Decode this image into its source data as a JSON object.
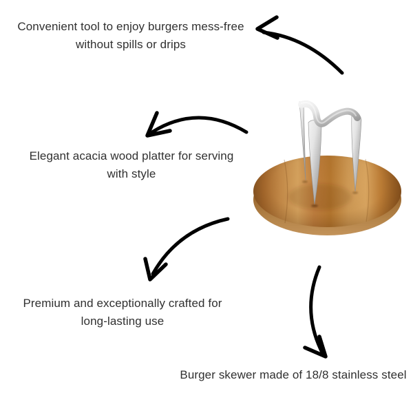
{
  "canvas": {
    "background": "#ffffff"
  },
  "annotations": [
    {
      "id": "mess-free",
      "lines": [
        "Convenient tool to enjoy burgers mess-free",
        "without spills or drips"
      ]
    },
    {
      "id": "platter",
      "lines": [
        "Elegant acacia wood platter for serving",
        "with style"
      ]
    },
    {
      "id": "premium",
      "lines": [
        "Premium and exceptionally crafted for",
        "long-lasting use"
      ]
    },
    {
      "id": "steel",
      "lines": [
        "Burger skewer made of 18/8 stainless steel"
      ]
    }
  ],
  "icons": {
    "arrow_top": "curved-arrow-pointing-left-icon",
    "arrow_middle": "curved-arrow-pointing-down-left-icon",
    "arrow_bottom_left": "curved-arrow-pointing-down-left-icon",
    "arrow_bottom_right": "curved-arrow-pointing-down-icon"
  },
  "colors": {
    "text": "#303030",
    "arrow": "#000000",
    "wood_light": "#d7a45f",
    "wood_mid": "#b5772f",
    "wood_dark": "#8e5a26",
    "rim_dark": "#6f431a",
    "steel_light": "#f4f4f4",
    "steel_dark": "#939393",
    "background": "#ffffff"
  }
}
